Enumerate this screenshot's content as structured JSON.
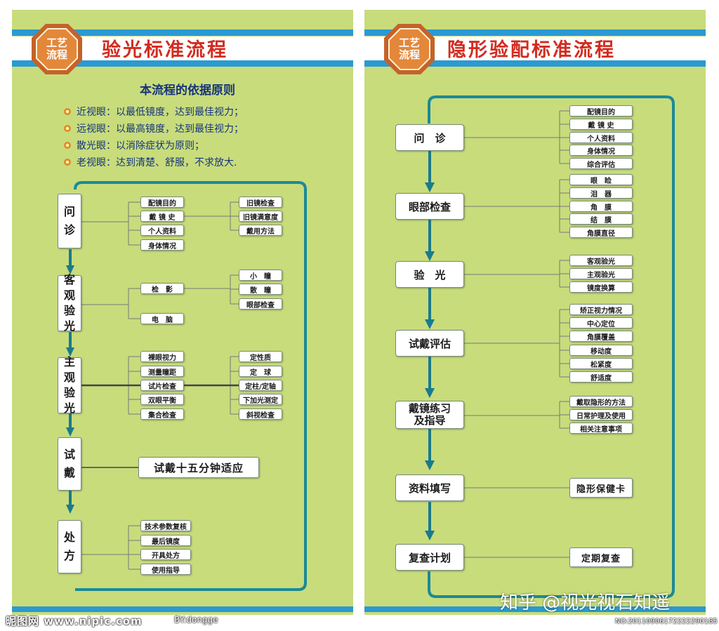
{
  "left": {
    "logo": {
      "line1": "工艺",
      "line2": "流程"
    },
    "title": "验光标准流程",
    "principles_title": "本流程的依据原则",
    "principles": [
      "近视眼：以最低镜度，达到最佳视力；",
      "远视眼：以最高镜度，达到最佳视力；",
      "散光眼：以消除症状为原则；",
      "老视眼：达到清楚、舒服，不求放大."
    ],
    "stages": [
      {
        "label": "问\n诊",
        "items": [
          "配镜目的",
          "戴 镜 史",
          "个人资料",
          "身体情况"
        ],
        "sub": [
          "旧镜检查",
          "旧镜满意度",
          "戴用方法"
        ]
      },
      {
        "label": "客\n观\n验\n光",
        "items": [
          "检　影",
          "电　脑"
        ],
        "sub": [
          "小　瞳",
          "散　瞳",
          "眼部检查"
        ]
      },
      {
        "label": "主\n观\n验\n光",
        "items": [
          "裸眼视力",
          "测量瞳距",
          "试片检查",
          "双眼平衡",
          "集合检查"
        ],
        "sub": [
          "定性质",
          "定　球",
          "定柱/定轴",
          "下加光测定",
          "斜视检查"
        ]
      },
      {
        "label": "试\n戴",
        "items": [
          "试戴十五分钟适应"
        ]
      },
      {
        "label": "处\n方",
        "items": [
          "技术参数复核",
          "最后镜度",
          "开具处方",
          "使用指导"
        ]
      }
    ]
  },
  "right": {
    "logo": {
      "line1": "工艺",
      "line2": "流程"
    },
    "title": "隐形验配标准流程",
    "stages": [
      {
        "label": "问　诊",
        "items": [
          "配镜目的",
          "戴 镜 史",
          "个人资料",
          "身体情况",
          "综合评估"
        ]
      },
      {
        "label": "眼部检查",
        "items": [
          "眼　睑",
          "泪　器",
          "角　膜",
          "结　膜",
          "角膜直径"
        ]
      },
      {
        "label": "验　光",
        "items": [
          "客观验光",
          "主观验光",
          "镜度换算"
        ]
      },
      {
        "label": "试戴评估",
        "items": [
          "矫正视力情况",
          "中心定位",
          "角膜覆盖",
          "移动度",
          "松紧度",
          "舒适度"
        ]
      },
      {
        "label": "戴镜练习\n及指导",
        "items": [
          "戴取隐形的方法",
          "日常护理及使用",
          "相关注意事项"
        ]
      },
      {
        "label": "资料填写",
        "items": [
          "隐形保健卡"
        ]
      },
      {
        "label": "复查计划",
        "items": [
          "定期复查"
        ]
      }
    ]
  },
  "watermark": "知乎 @视光视石知遥",
  "footer": {
    "site": "昵图网 www.nipic.com",
    "credit": "BY:dongge",
    "serial": "NO:20110906172222290185"
  },
  "colors": {
    "background": "#c8dc7c",
    "blue": "#2a9ad1",
    "teal_line": "#1b8a96",
    "arrow": "#1a7a8c",
    "title_red": "#d22c1f",
    "logo_orange": "#c5622a"
  }
}
